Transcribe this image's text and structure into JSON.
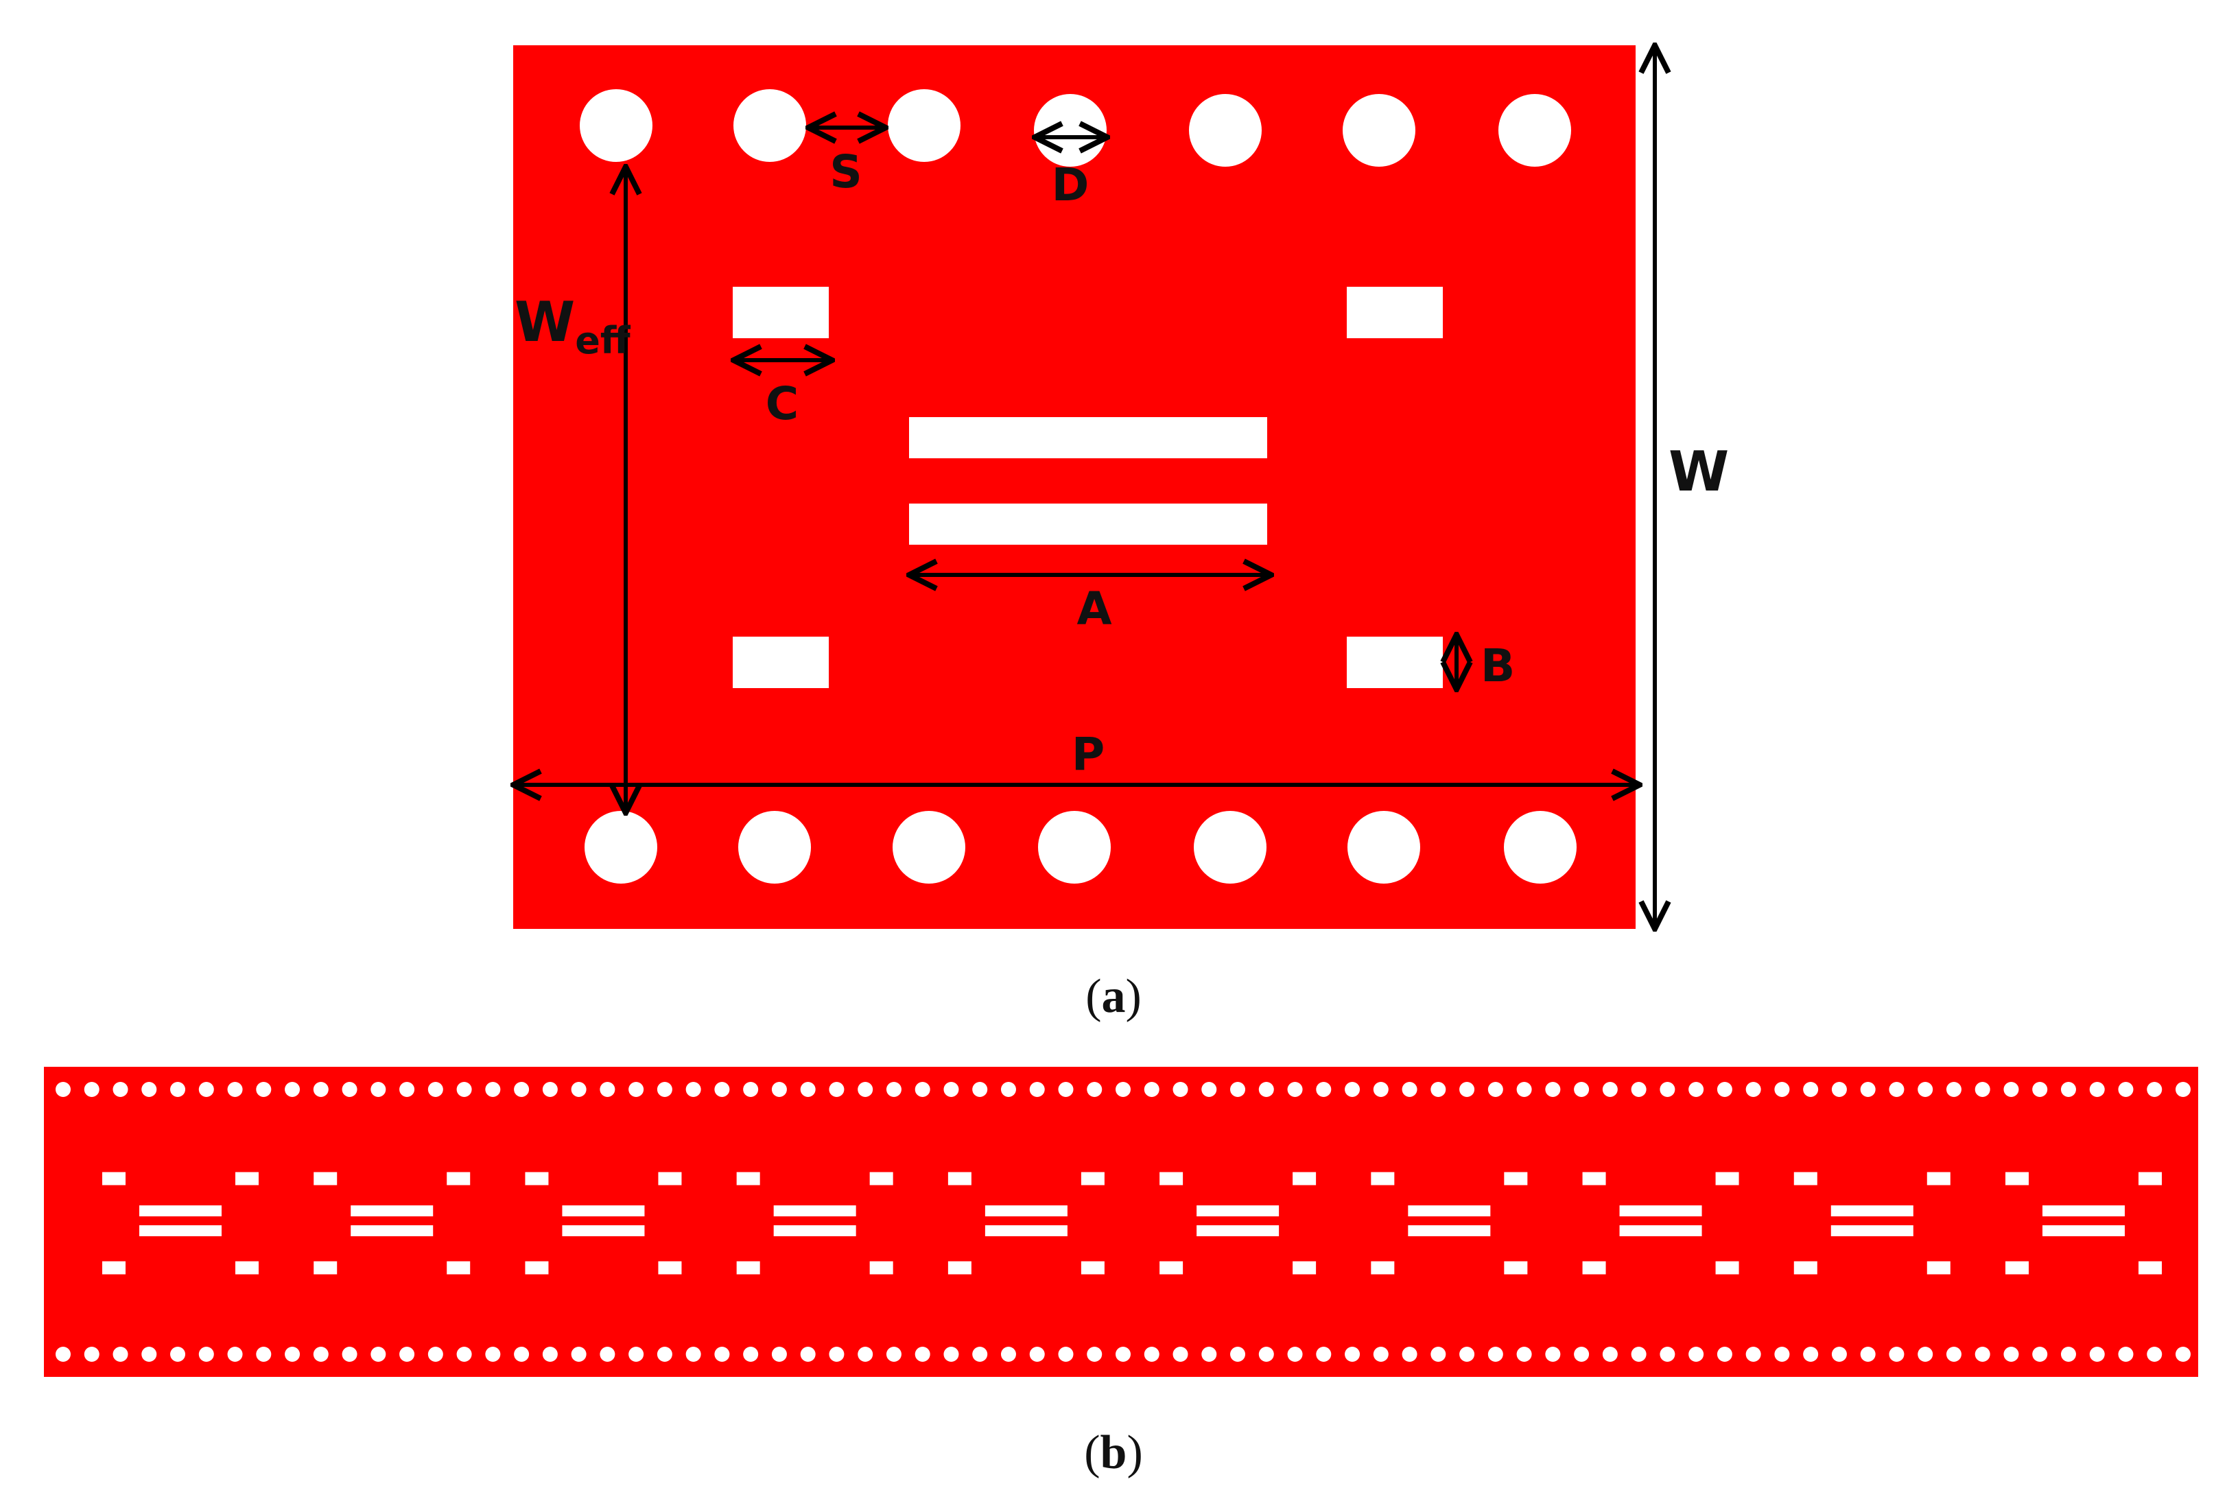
{
  "colors": {
    "substrate": "#ff0000",
    "slot": "#ffffff",
    "dimension_line": "#000000"
  },
  "panel_a": {
    "labels": {
      "S": "S",
      "D": "D",
      "W_eff_main": "W",
      "W_eff_sub": "eff",
      "C": "C",
      "A": "A",
      "B": "B",
      "P": "P",
      "W": "W"
    },
    "caption": {
      "open": "(",
      "letter": "a",
      "close": ")"
    }
  },
  "panel_b": {
    "unit_cells": 10,
    "caption": {
      "open": "(",
      "letter": "b",
      "close": ")"
    }
  }
}
